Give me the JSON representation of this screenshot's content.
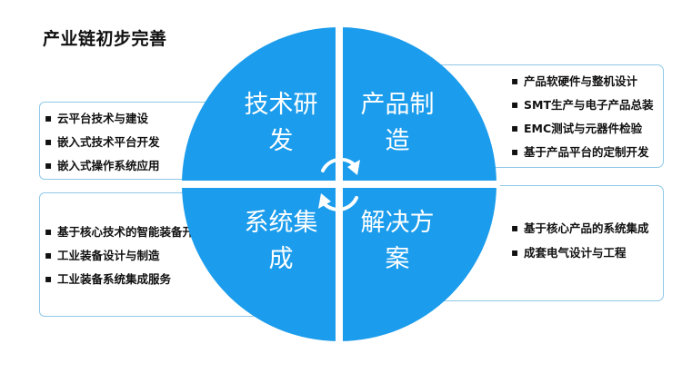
{
  "title": "产业链初步完善",
  "colors": {
    "quadrant": "#1b9cec",
    "divider": "#ffffff",
    "arrows": "#ffffff",
    "box_border": "#8fc8e8"
  },
  "quadrants": [
    {
      "id": "tl",
      "lines": [
        "技术研",
        "发"
      ]
    },
    {
      "id": "tr",
      "lines": [
        "产品制",
        "造"
      ]
    },
    {
      "id": "bl",
      "lines": [
        "系统集",
        "成"
      ]
    },
    {
      "id": "br",
      "lines": [
        "解决方",
        "案"
      ]
    }
  ],
  "boxes": {
    "tl": [
      "云平台技术与建设",
      "嵌入式技术平台开发",
      "嵌入式操作系统应用"
    ],
    "tr": [
      "产品软硬件与整机设计",
      "SMT生产与电子产品总装",
      "EMC测试与元器件检验",
      "基于产品平台的定制开发"
    ],
    "bl": [
      "基于核心技术的智能装备开发",
      "工业装备设计与制造",
      "工业装备系统集成服务"
    ],
    "br": [
      "基于核心产品的系统集成",
      "成套电气设计与工程"
    ]
  }
}
